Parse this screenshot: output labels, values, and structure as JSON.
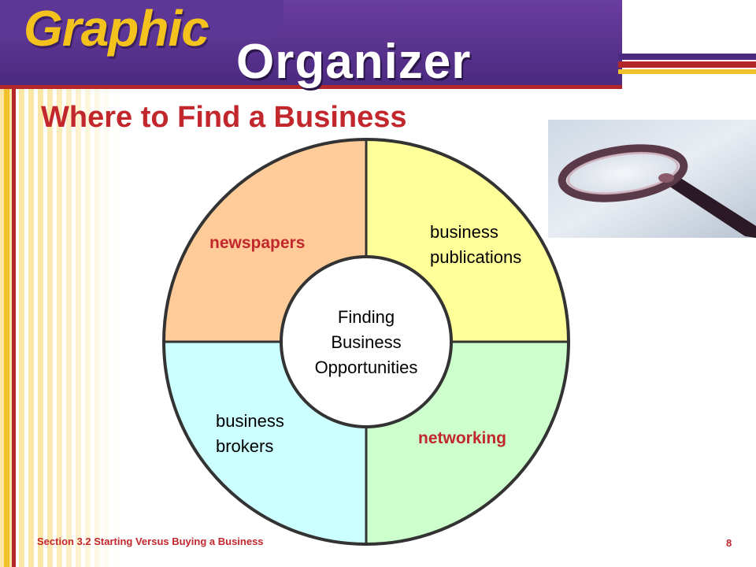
{
  "header": {
    "title_line1": "Graphic",
    "title_line2": "Organizer"
  },
  "slide": {
    "title": "Where to Find a Business"
  },
  "diagram": {
    "center": [
      "Finding",
      "Business",
      "Opportunities"
    ],
    "quadrants": [
      {
        "key": "top-left",
        "lines": [
          "newspapers"
        ],
        "fill": "#ffcc99",
        "text_color": "#c1272d"
      },
      {
        "key": "top-right",
        "lines": [
          "business",
          "publications"
        ],
        "fill": "#ffff99",
        "text_color": "#000000"
      },
      {
        "key": "bottom-left",
        "lines": [
          "business",
          "brokers"
        ],
        "fill": "#ccffff",
        "text_color": "#000000"
      },
      {
        "key": "bottom-right",
        "lines": [
          "networking"
        ],
        "fill": "#ccffcc",
        "text_color": "#c1272d"
      }
    ]
  },
  "footer": {
    "section": "Section 3.2 Starting Versus Buying a Business",
    "page": "8"
  },
  "colors": {
    "accent_red": "#c1272d",
    "header_purple": "#4c2a80",
    "header_yellow": "#f3c21d"
  }
}
